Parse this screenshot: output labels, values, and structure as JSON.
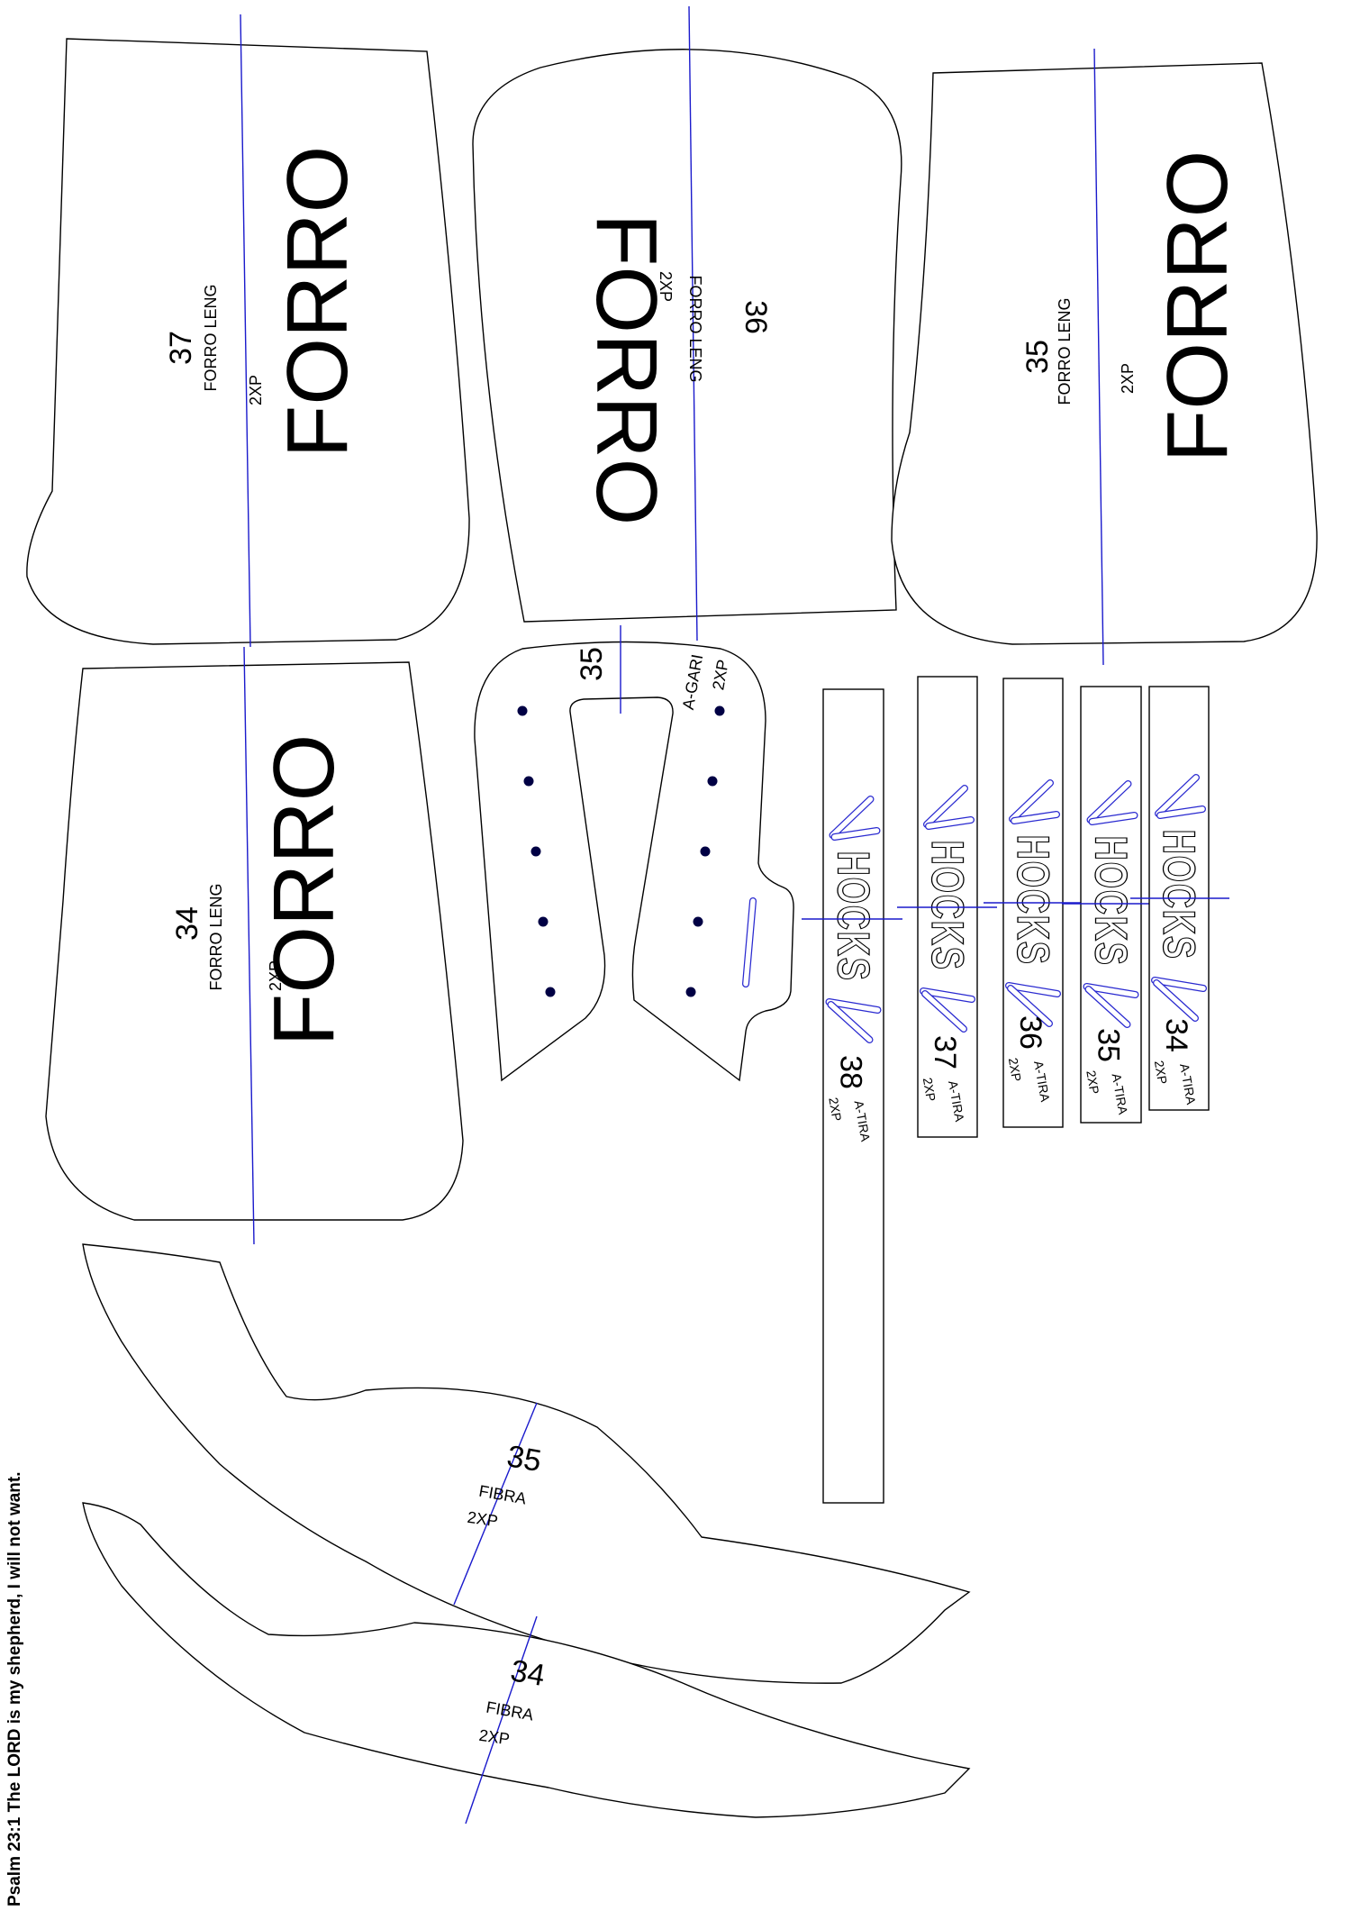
{
  "forro_pieces": [
    {
      "size": "37",
      "label": "FORRO LENG",
      "qty": "2XP",
      "title": "FORRO"
    },
    {
      "size": "36",
      "label": "FORRO LENG",
      "qty": "2XP",
      "title": "FORRO"
    },
    {
      "size": "35",
      "label": "FORRO LENG",
      "qty": "2XP",
      "title": "FORRO"
    },
    {
      "size": "34",
      "label": "FORRO LENG",
      "qty": "2XP",
      "title": "FORRO"
    }
  ],
  "gari_piece": {
    "size": "35",
    "label": "A-GARI",
    "qty": "2XP"
  },
  "tira_strips": [
    {
      "size": "38",
      "label": "A-TIRA",
      "qty": "2XP",
      "brand": "HOCKS"
    },
    {
      "size": "37",
      "label": "A-TIRA",
      "qty": "2XP",
      "brand": "HOCKS"
    },
    {
      "size": "36",
      "label": "A-TIRA",
      "qty": "2XP",
      "brand": "HOCKS"
    },
    {
      "size": "35",
      "label": "A-TIRA",
      "qty": "2XP",
      "brand": "HOCKS"
    },
    {
      "size": "34",
      "label": "A-TIRA",
      "qty": "2XP",
      "brand": "HOCKS"
    }
  ],
  "fibra_pieces": [
    {
      "size": "35",
      "label": "FIBRA",
      "qty": "2XP"
    },
    {
      "size": "34",
      "label": "FIBRA",
      "qty": "2XP"
    }
  ],
  "footer": "Psalm 23:1 The LORD is my shepherd, I will not want.",
  "colors": {
    "grainline": "#1a1acc",
    "outline": "#000000"
  }
}
